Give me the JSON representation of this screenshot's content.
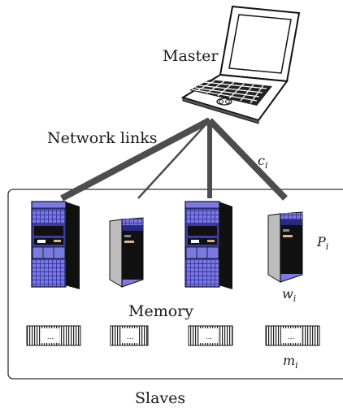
{
  "labels": {
    "master": "Master",
    "network_links": "Network links",
    "link_cost_var": "c",
    "link_cost_sub": "i",
    "processor_var": "P",
    "processor_sub": "i",
    "speed_var": "w",
    "speed_sub": "i",
    "memory": "Memory",
    "memory_size_var": "m",
    "memory_size_sub": "i",
    "slaves": "Slaves",
    "memory_block_glyph": "..."
  },
  "colors": {
    "link": "#4d4d4d",
    "server_blue": "#3b3ba8",
    "server_dark": "#111111",
    "server_light": "#7a7ae0",
    "frame": "#333333"
  },
  "icons": [
    "laptop-icon",
    "tower-server-icon",
    "minitower-server-icon",
    "memory-block-icon"
  ]
}
